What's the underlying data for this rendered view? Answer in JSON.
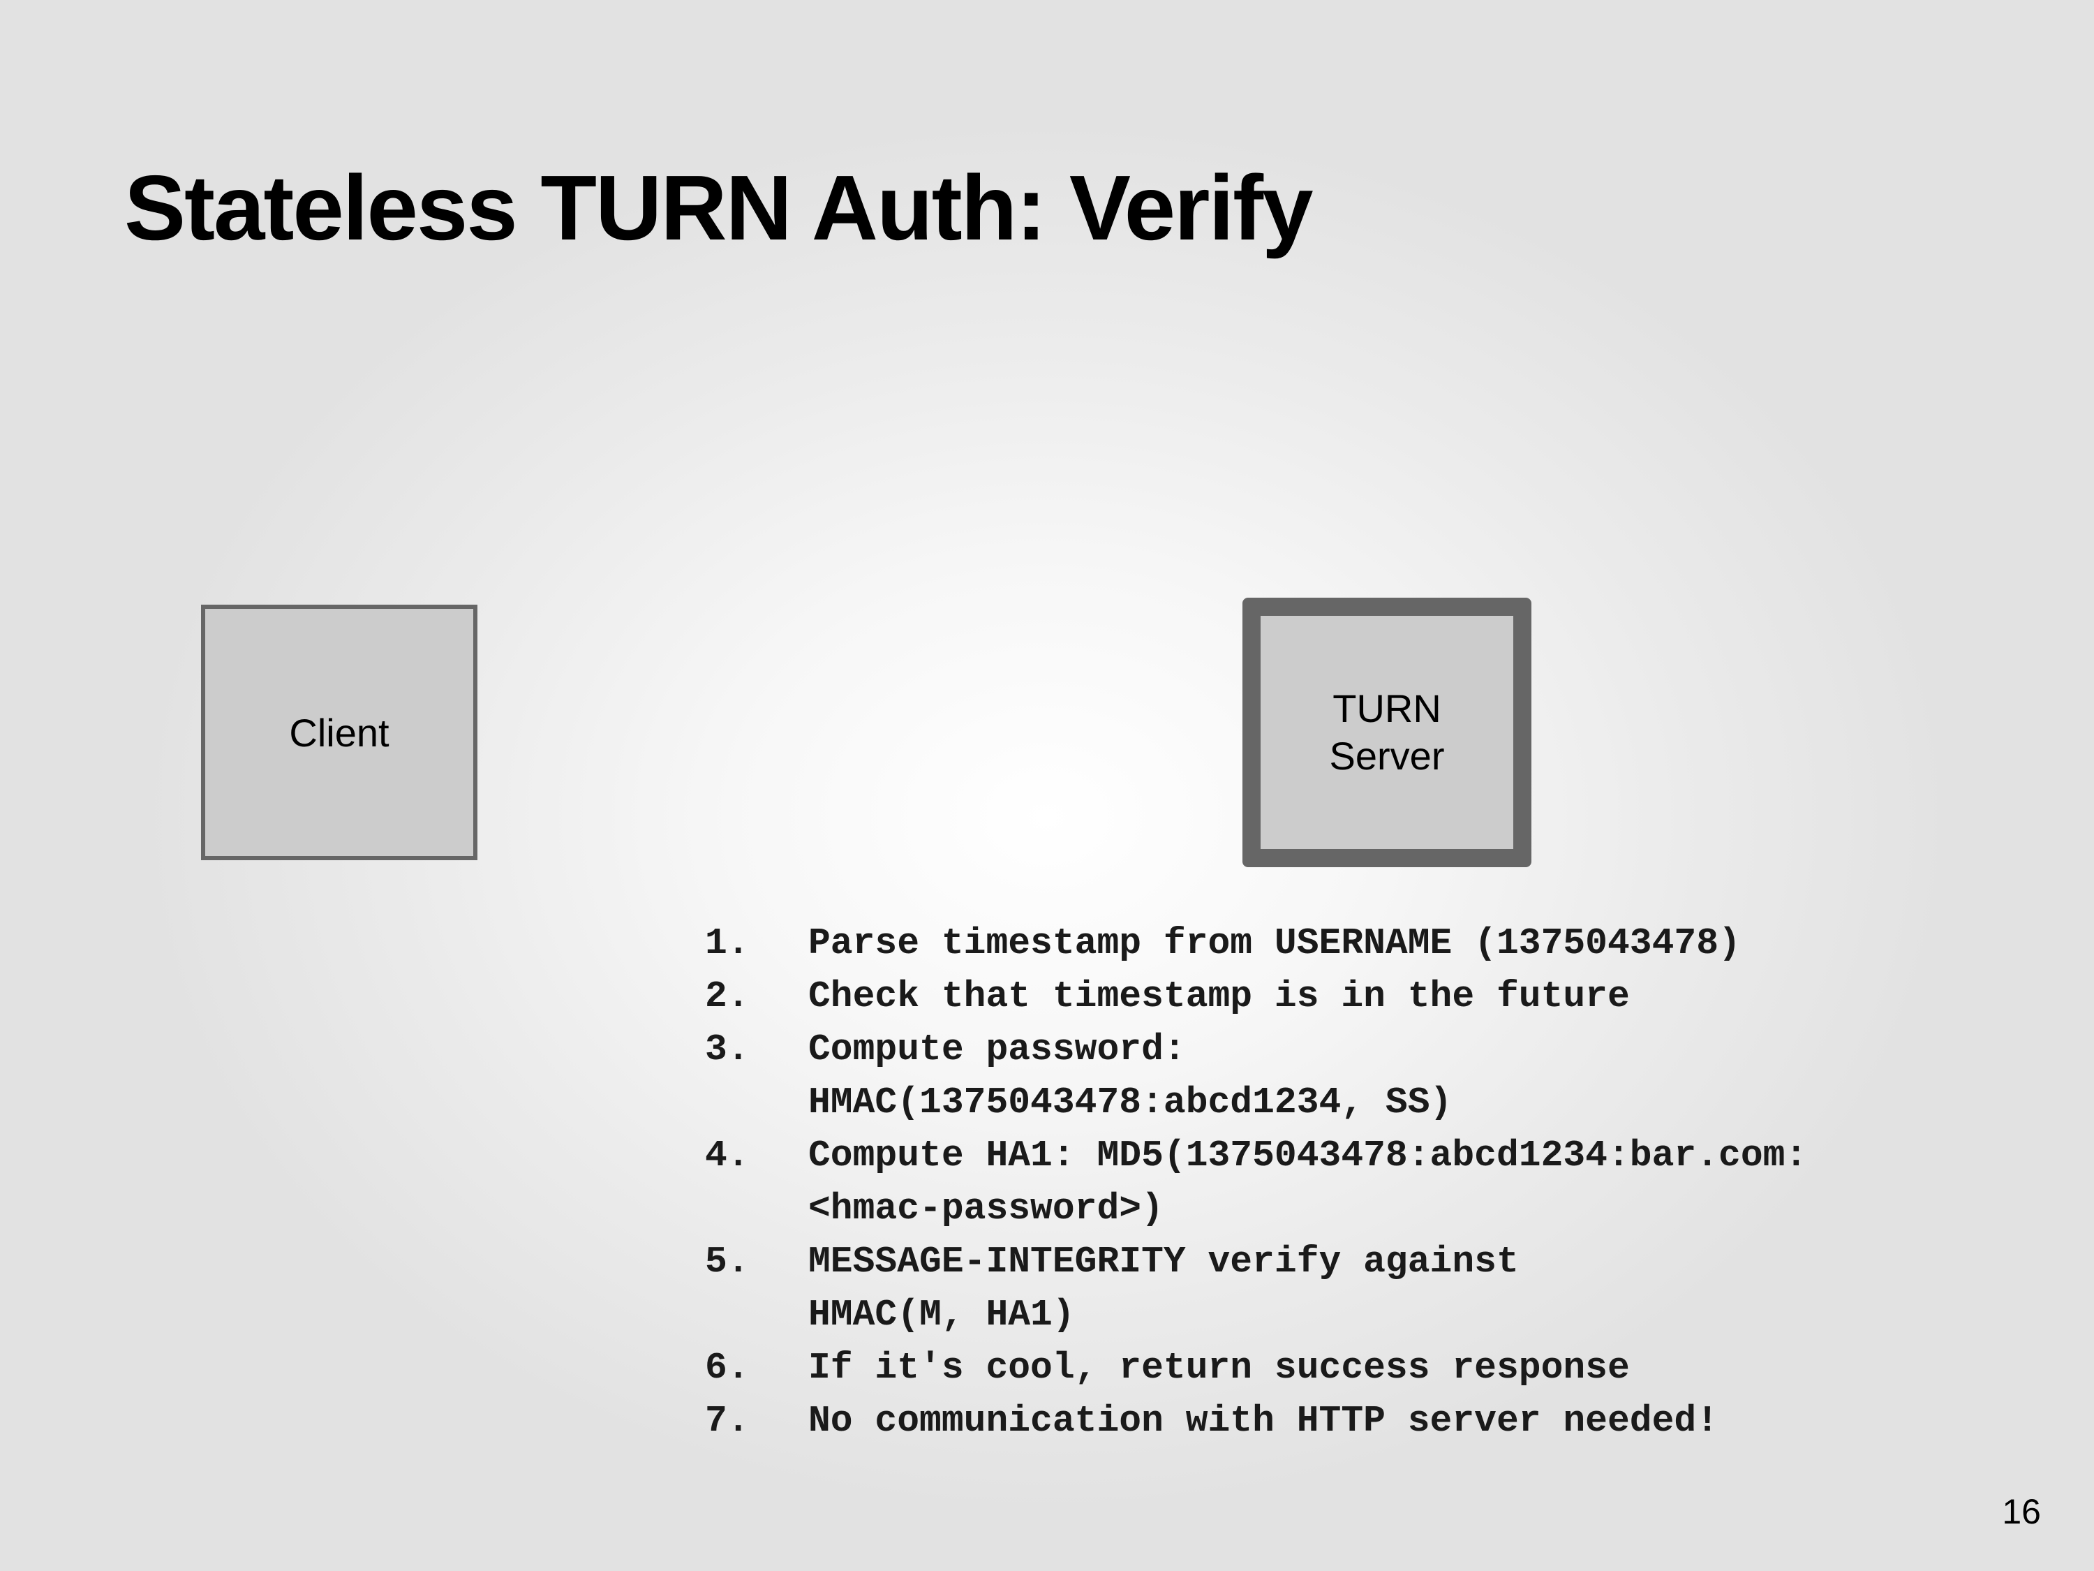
{
  "slide": {
    "title": "Stateless TURN Auth: Verify",
    "page_number": "16"
  },
  "diagram": {
    "nodes": [
      {
        "label": "Client"
      },
      {
        "label": "TURN\nServer"
      }
    ]
  },
  "steps": [
    {
      "num": "1.",
      "text": "Parse timestamp from USERNAME (1375043478)"
    },
    {
      "num": "2.",
      "text": "Check that timestamp is in the future"
    },
    {
      "num": "3.",
      "text": "Compute password:\nHMAC(1375043478:abcd1234, SS)"
    },
    {
      "num": "4.",
      "text": "Compute HA1: MD5(1375043478:abcd1234:bar.com:\n<hmac-password>)"
    },
    {
      "num": "5.",
      "text": "MESSAGE-INTEGRITY verify against\nHMAC(M, HA1)"
    },
    {
      "num": "6.",
      "text": "If it's cool, return success response"
    },
    {
      "num": "7.",
      "text": "No communication with HTTP server needed!"
    }
  ],
  "colors": {
    "node_fill": "#cccccc",
    "node_border": "#666666",
    "text": "#000000"
  }
}
